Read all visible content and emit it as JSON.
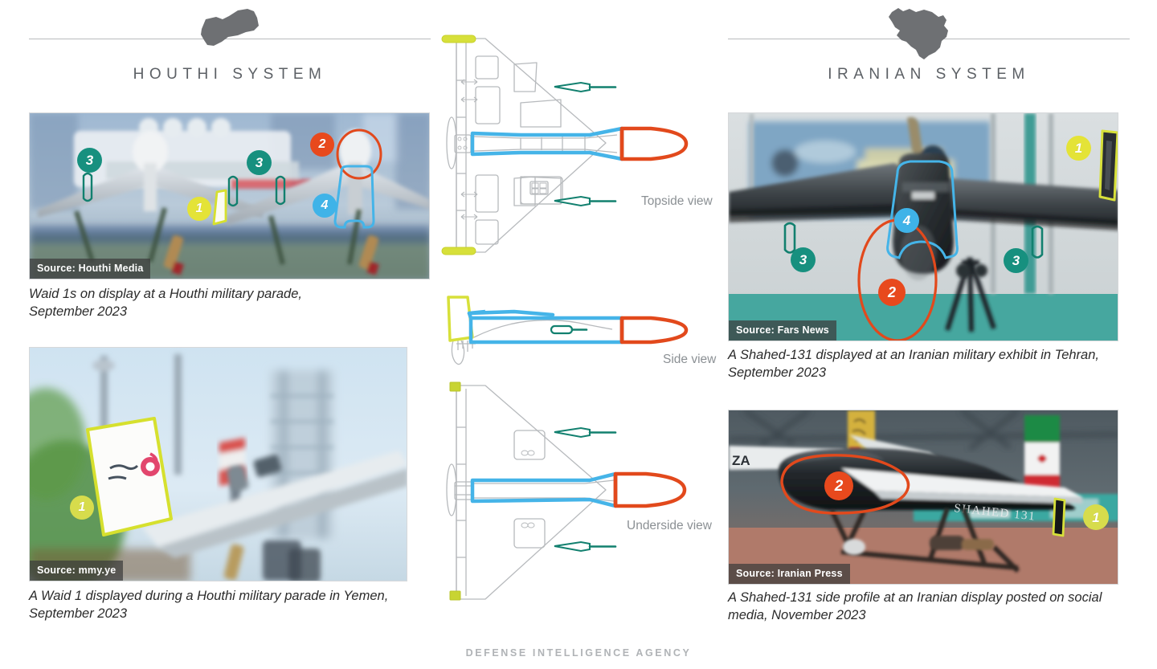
{
  "colors": {
    "marker_yellow": "#e4e337",
    "marker_orange": "#e8491d",
    "marker_teal": "#17907f",
    "marker_blue": "#3fb3e8",
    "outline_blue": "#45b4e8",
    "outline_orange": "#e2491c",
    "outline_yellow": "#d6e02e",
    "outline_teal": "#12806f",
    "diagram_gray": "#b7babd",
    "header_text": "#5c6065",
    "rule": "#b9bbbd",
    "map_fill": "#6e7073",
    "footer_text": "#b0b3b6",
    "caption_text": "#2b2b2b",
    "view_label": "#8b9094"
  },
  "headers": {
    "left": {
      "title": "HOUTHI SYSTEM",
      "map_icon": "yemen-map-icon"
    },
    "right": {
      "title": "IRANIAN SYSTEM",
      "map_icon": "iran-map-icon"
    }
  },
  "panels": {
    "houthi_top": {
      "source": "Source: Houthi Media",
      "caption": "Waid 1s on display at a Houthi military parade, September 2023",
      "markers": [
        {
          "label": "3",
          "color": "teal"
        },
        {
          "label": "3",
          "color": "teal"
        },
        {
          "label": "2",
          "color": "orange"
        },
        {
          "label": "1",
          "color": "yellow"
        },
        {
          "label": "4",
          "color": "blue"
        }
      ]
    },
    "houthi_bottom": {
      "source": "Source: mmy.ye",
      "caption": "A Waid 1 displayed during a Houthi military parade in Yemen, September 2023",
      "markers": [
        {
          "label": "1",
          "color": "yellow"
        }
      ]
    },
    "iran_top": {
      "source": "Source: Fars News",
      "caption": "A Shahed-131 displayed at an Iranian military exhibit in Tehran, September 2023",
      "markers": [
        {
          "label": "1",
          "color": "yellow"
        },
        {
          "label": "4",
          "color": "blue"
        },
        {
          "label": "3",
          "color": "teal"
        },
        {
          "label": "3",
          "color": "teal"
        },
        {
          "label": "2",
          "color": "orange"
        }
      ]
    },
    "iran_bottom": {
      "source": "Source: Iranian Press",
      "caption": "A Shahed-131 side profile at an Iranian display posted on social media, November 2023",
      "markers": [
        {
          "label": "2",
          "color": "orange"
        },
        {
          "label": "1",
          "color": "yellow"
        }
      ],
      "airframe_text": "SHAHED 131"
    }
  },
  "diagram": {
    "views": [
      {
        "label": "Topside view"
      },
      {
        "label": "Side view"
      },
      {
        "label": "Underside view"
      }
    ]
  },
  "footer": {
    "text": "DEFENSE INTELLIGENCE AGENCY"
  }
}
